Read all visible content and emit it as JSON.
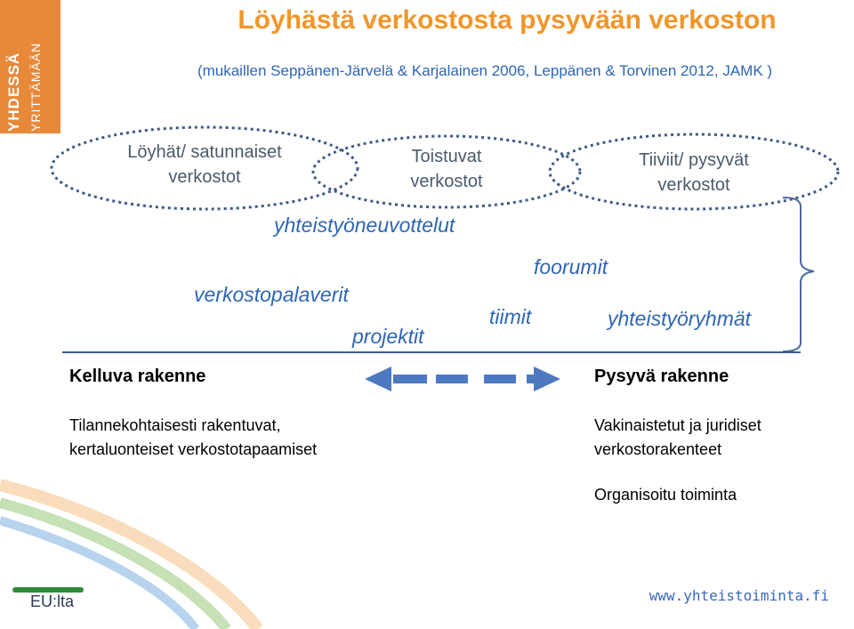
{
  "title": "Löyhästä verkostosta pysyvään verkoston",
  "subtitle": "(mukaillen Seppänen-Järvelä & Karjalainen 2006, Leppänen & Torvinen 2012, JAMK )",
  "logo": {
    "line1": "YHDESSÄ",
    "line2": "YRITTÄMÄÄN"
  },
  "ovals": {
    "left": {
      "line1": "Löyhät/ satunnaiset",
      "line2": "verkostot"
    },
    "middle": {
      "line1": "Toistuvat",
      "line2": "verkostot"
    },
    "right": {
      "line1": "Tiiviit/ pysyvät",
      "line2": "verkostot"
    }
  },
  "terms": {
    "yhteistyoneuvottelut": "yhteistyöneuvottelut",
    "verkostopalaverit": "verkostopalaverit",
    "projektit": "projektit",
    "foorumit": "foorumit",
    "tiimit": "tiimit",
    "yhteistyoryhmat": "yhteistyöryhmät"
  },
  "left_side": {
    "heading": "Kelluva  rakenne",
    "desc1": "Tilannekohtaisesti rakentuvat,",
    "desc2": "kertaluonteiset verkostotapaamiset"
  },
  "right_side": {
    "heading": "Pysyvä rakenne",
    "desc1": "Vakinaistetut  ja juridiset",
    "desc2": "verkostorakenteet",
    "desc3": "Organisoitu toiminta"
  },
  "footer": {
    "website": "www.yhteistoiminta.fi",
    "eu_logo": "EU:lta"
  },
  "colors": {
    "accent_orange": "#f0962a",
    "blue": "#2e66b3",
    "arrow": "#4d79c0",
    "oval_border": "#3e5a86"
  }
}
